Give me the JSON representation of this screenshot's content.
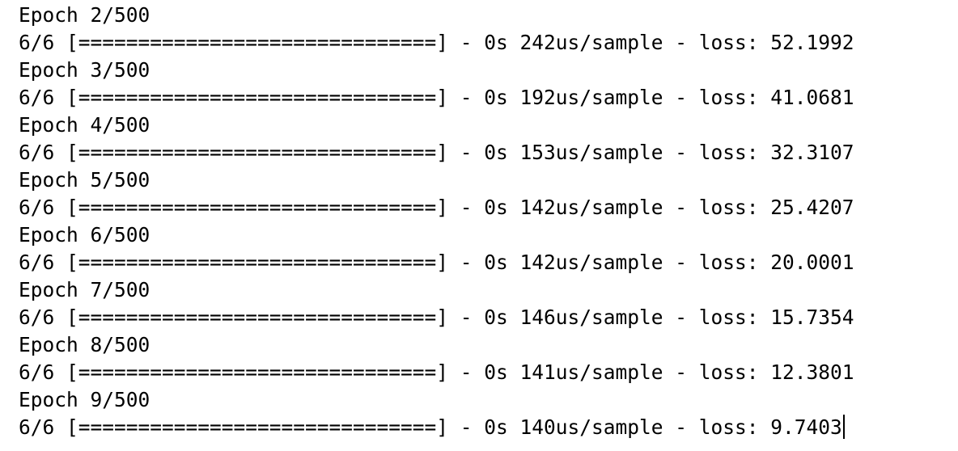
{
  "console": {
    "lines": [
      "Epoch 2/500",
      "6/6 [==============================] - 0s 242us/sample - loss: 52.1992",
      "Epoch 3/500",
      "6/6 [==============================] - 0s 192us/sample - loss: 41.0681",
      "Epoch 4/500",
      "6/6 [==============================] - 0s 153us/sample - loss: 32.3107",
      "Epoch 5/500",
      "6/6 [==============================] - 0s 142us/sample - loss: 25.4207",
      "Epoch 6/500",
      "6/6 [==============================] - 0s 142us/sample - loss: 20.0001",
      "Epoch 7/500",
      "6/6 [==============================] - 0s 146us/sample - loss: 15.7354",
      "Epoch 8/500",
      "6/6 [==============================] - 0s 141us/sample - loss: 12.3801",
      "Epoch 9/500",
      "6/6 [==============================] - 0s 140us/sample - loss: 9.7403"
    ]
  }
}
